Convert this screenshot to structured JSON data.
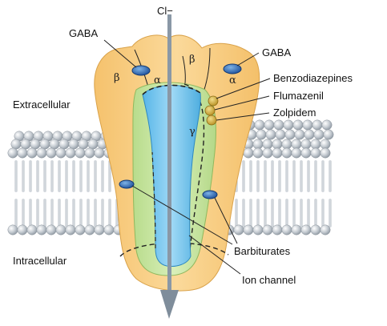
{
  "labels": {
    "chloride": "Cl−",
    "gaba_left": "GABA",
    "gaba_right": "GABA",
    "extracellular": "Extracellular",
    "intracellular": "Intracellular",
    "benzodiazepines": "Benzodiazepines",
    "flumazenil": "Flumazenil",
    "zolpidem": "Zolpidem",
    "barbiturates": "Barbiturates",
    "ion_channel": "Ion channel"
  },
  "subunits": {
    "beta_left": "β",
    "alpha_left": "α",
    "beta_right": "β",
    "alpha_right": "α",
    "gamma": "γ"
  },
  "colors": {
    "receptor_outer": "#f9cf86",
    "receptor_inner": "#cde8a8",
    "channel": "#7ccaf0",
    "membrane_head": "#b7bec6",
    "gaba_site": "#3f86c7",
    "barbiturate_site": "#1e5fb0",
    "benzo_site": "#c9a93a",
    "arrow": "#8a98a6"
  }
}
